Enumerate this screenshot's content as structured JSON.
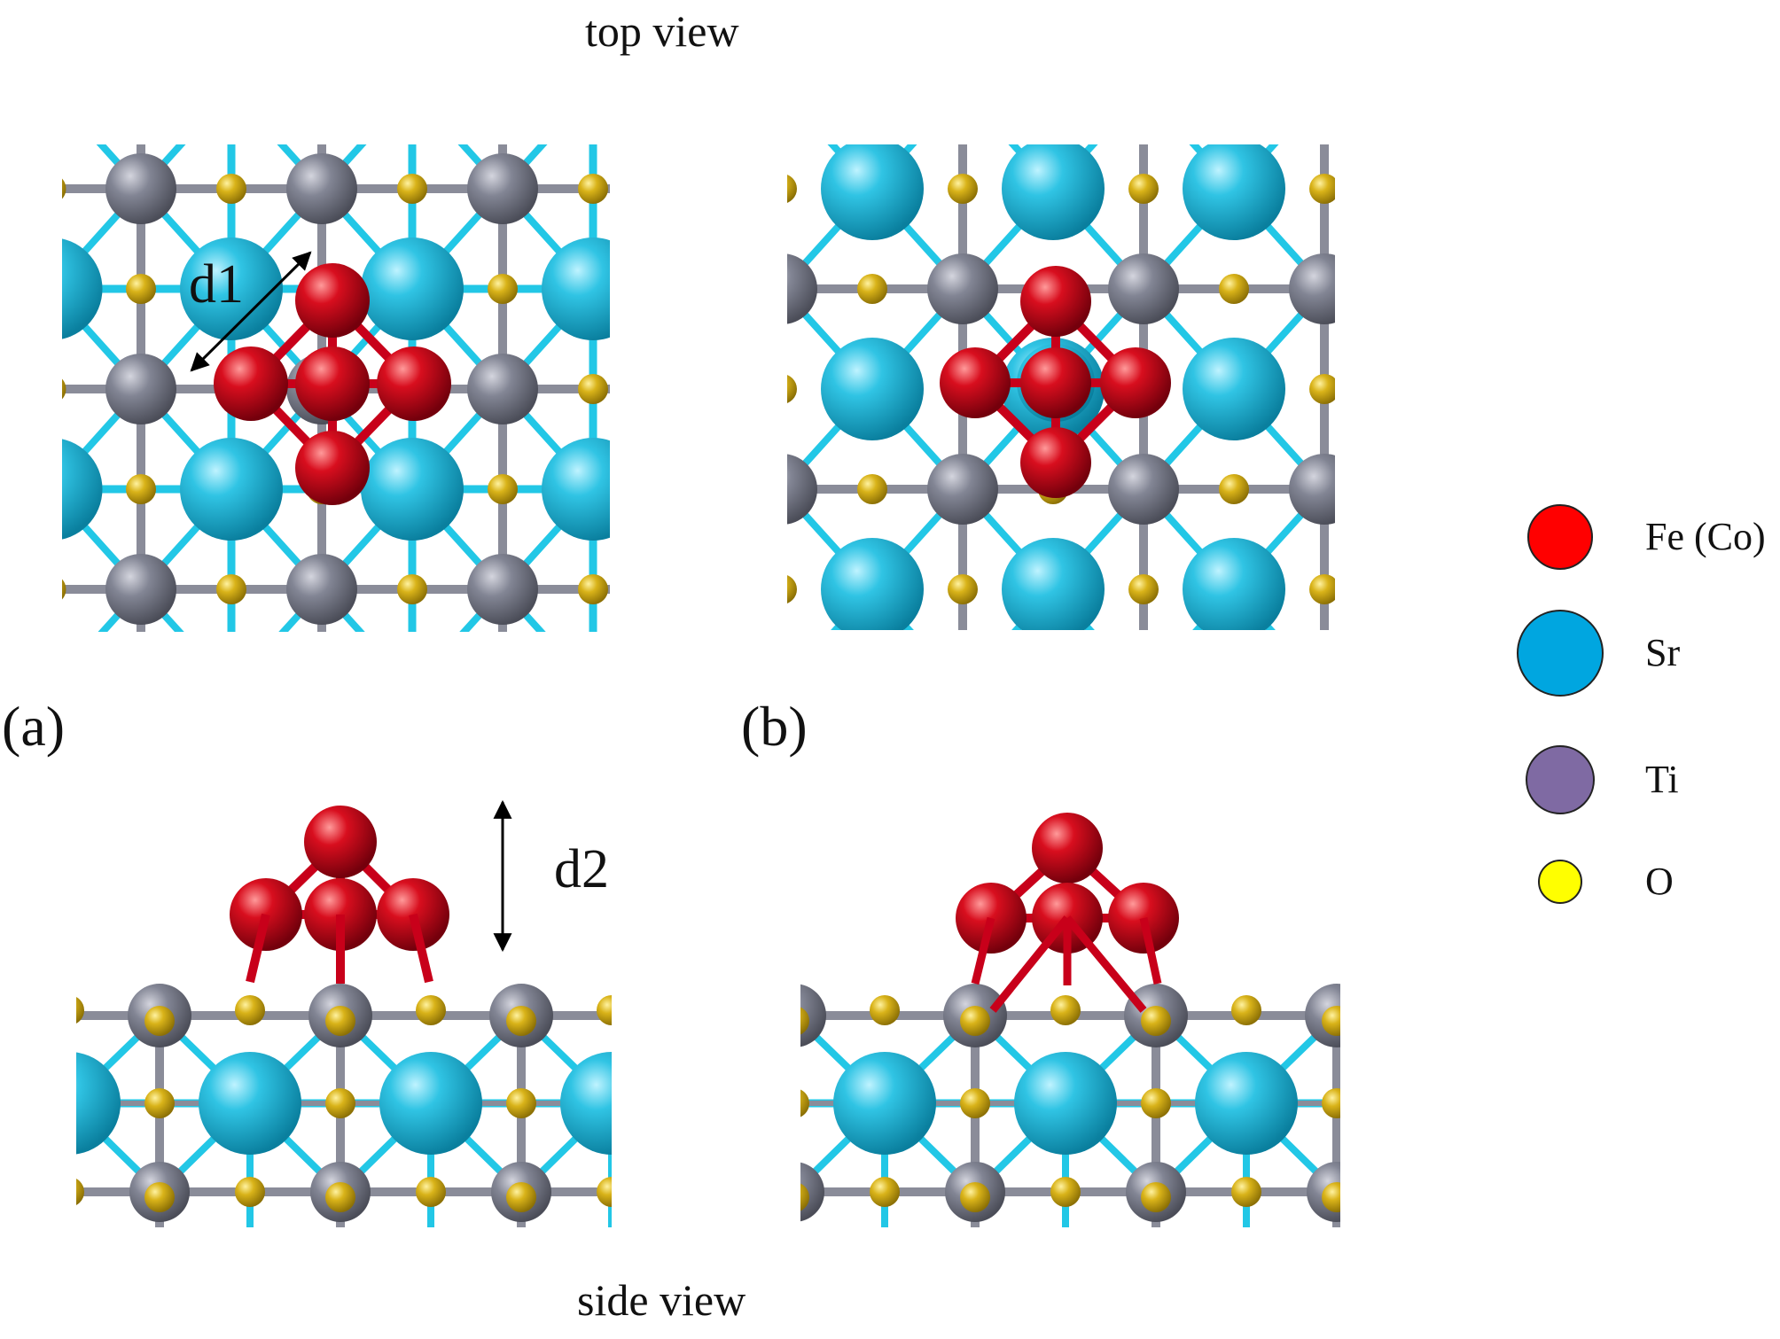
{
  "labels": {
    "top_view": "top view",
    "side_view": "side view",
    "panel_a": "(a)",
    "panel_b": "(b)",
    "d1": "d1",
    "d2": "d2"
  },
  "legend": [
    {
      "label": "Fe (Co)",
      "color": "#ff0000",
      "icon": "fe-co-atom-icon"
    },
    {
      "label": "Sr",
      "color": "#00a6e0",
      "icon": "sr-atom-icon"
    },
    {
      "label": "Ti",
      "color": "#7f6aa3",
      "icon": "ti-atom-icon"
    },
    {
      "label": "O",
      "color": "#ffff00",
      "icon": "o-atom-icon"
    }
  ],
  "colors": {
    "cluster": "#c8001a",
    "sr": "#16b4d2",
    "ti": "#7c7f8c",
    "o": "#d7b316",
    "bond_cyan": "#22c7e6",
    "bond_grey": "#8a8c99"
  }
}
